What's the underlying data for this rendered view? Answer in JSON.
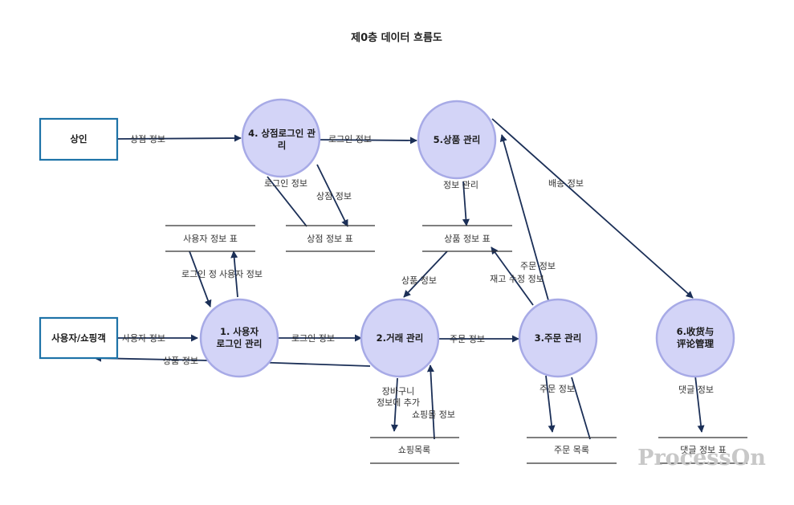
{
  "title": "제0층 데이터 흐름도",
  "watermark": "ProcessOn",
  "colors": {
    "process_fill": "#d3d4f7",
    "process_stroke": "#a7aae6",
    "entity_fill": "#ffffff",
    "entity_stroke": "#1e73a8",
    "arrow": "#1b2f57",
    "store_line": "#333333"
  },
  "entities": {
    "merchant": "상인",
    "user": "사용자/쇼핑객"
  },
  "processes": {
    "p1": [
      "1. 사용자",
      "로그인 관리"
    ],
    "p2": [
      "2.거래 관리"
    ],
    "p3": [
      "3.주문 관리"
    ],
    "p4": [
      "4. 상점로그인 관",
      "리"
    ],
    "p5": [
      "5.상품 관리"
    ],
    "p6": [
      "6.收货与",
      "评论管理"
    ]
  },
  "stores": {
    "user_info": "사용자 정보 표",
    "shop_info": "상점 정보 표",
    "product_info": "상품 정보 표",
    "shopping_list": "쇼핑목록",
    "order_list": "주문 목록",
    "comment_info": "댓글 정보 표"
  },
  "flows": {
    "shop_info_1": "상점 정보",
    "login_info_1": "로그인 정보",
    "login_info_2": "로그인 정보",
    "shop_info_2": "상점 정보",
    "delivery_info": "배송 정보",
    "info_manage": "정보 관리",
    "login_info_3": "로그인 정",
    "user_info_flow": "사용자 정보",
    "product_info_1": "상품 정보",
    "order_info_1": "주문 정보",
    "stock_edit": "재고 수정 정보",
    "user_info_in": "사용자 정보",
    "product_info_out": "상품 정보",
    "login_info_4": "로그인 정보",
    "order_info_2": "주문 정보",
    "cart_line1": "장바구니",
    "cart_line2": "정보에 추가",
    "shopping_mall_info": "쇼핑몰 정보",
    "order_info_3": "주문 정보",
    "comment_info_flow": "댓글 정보"
  }
}
